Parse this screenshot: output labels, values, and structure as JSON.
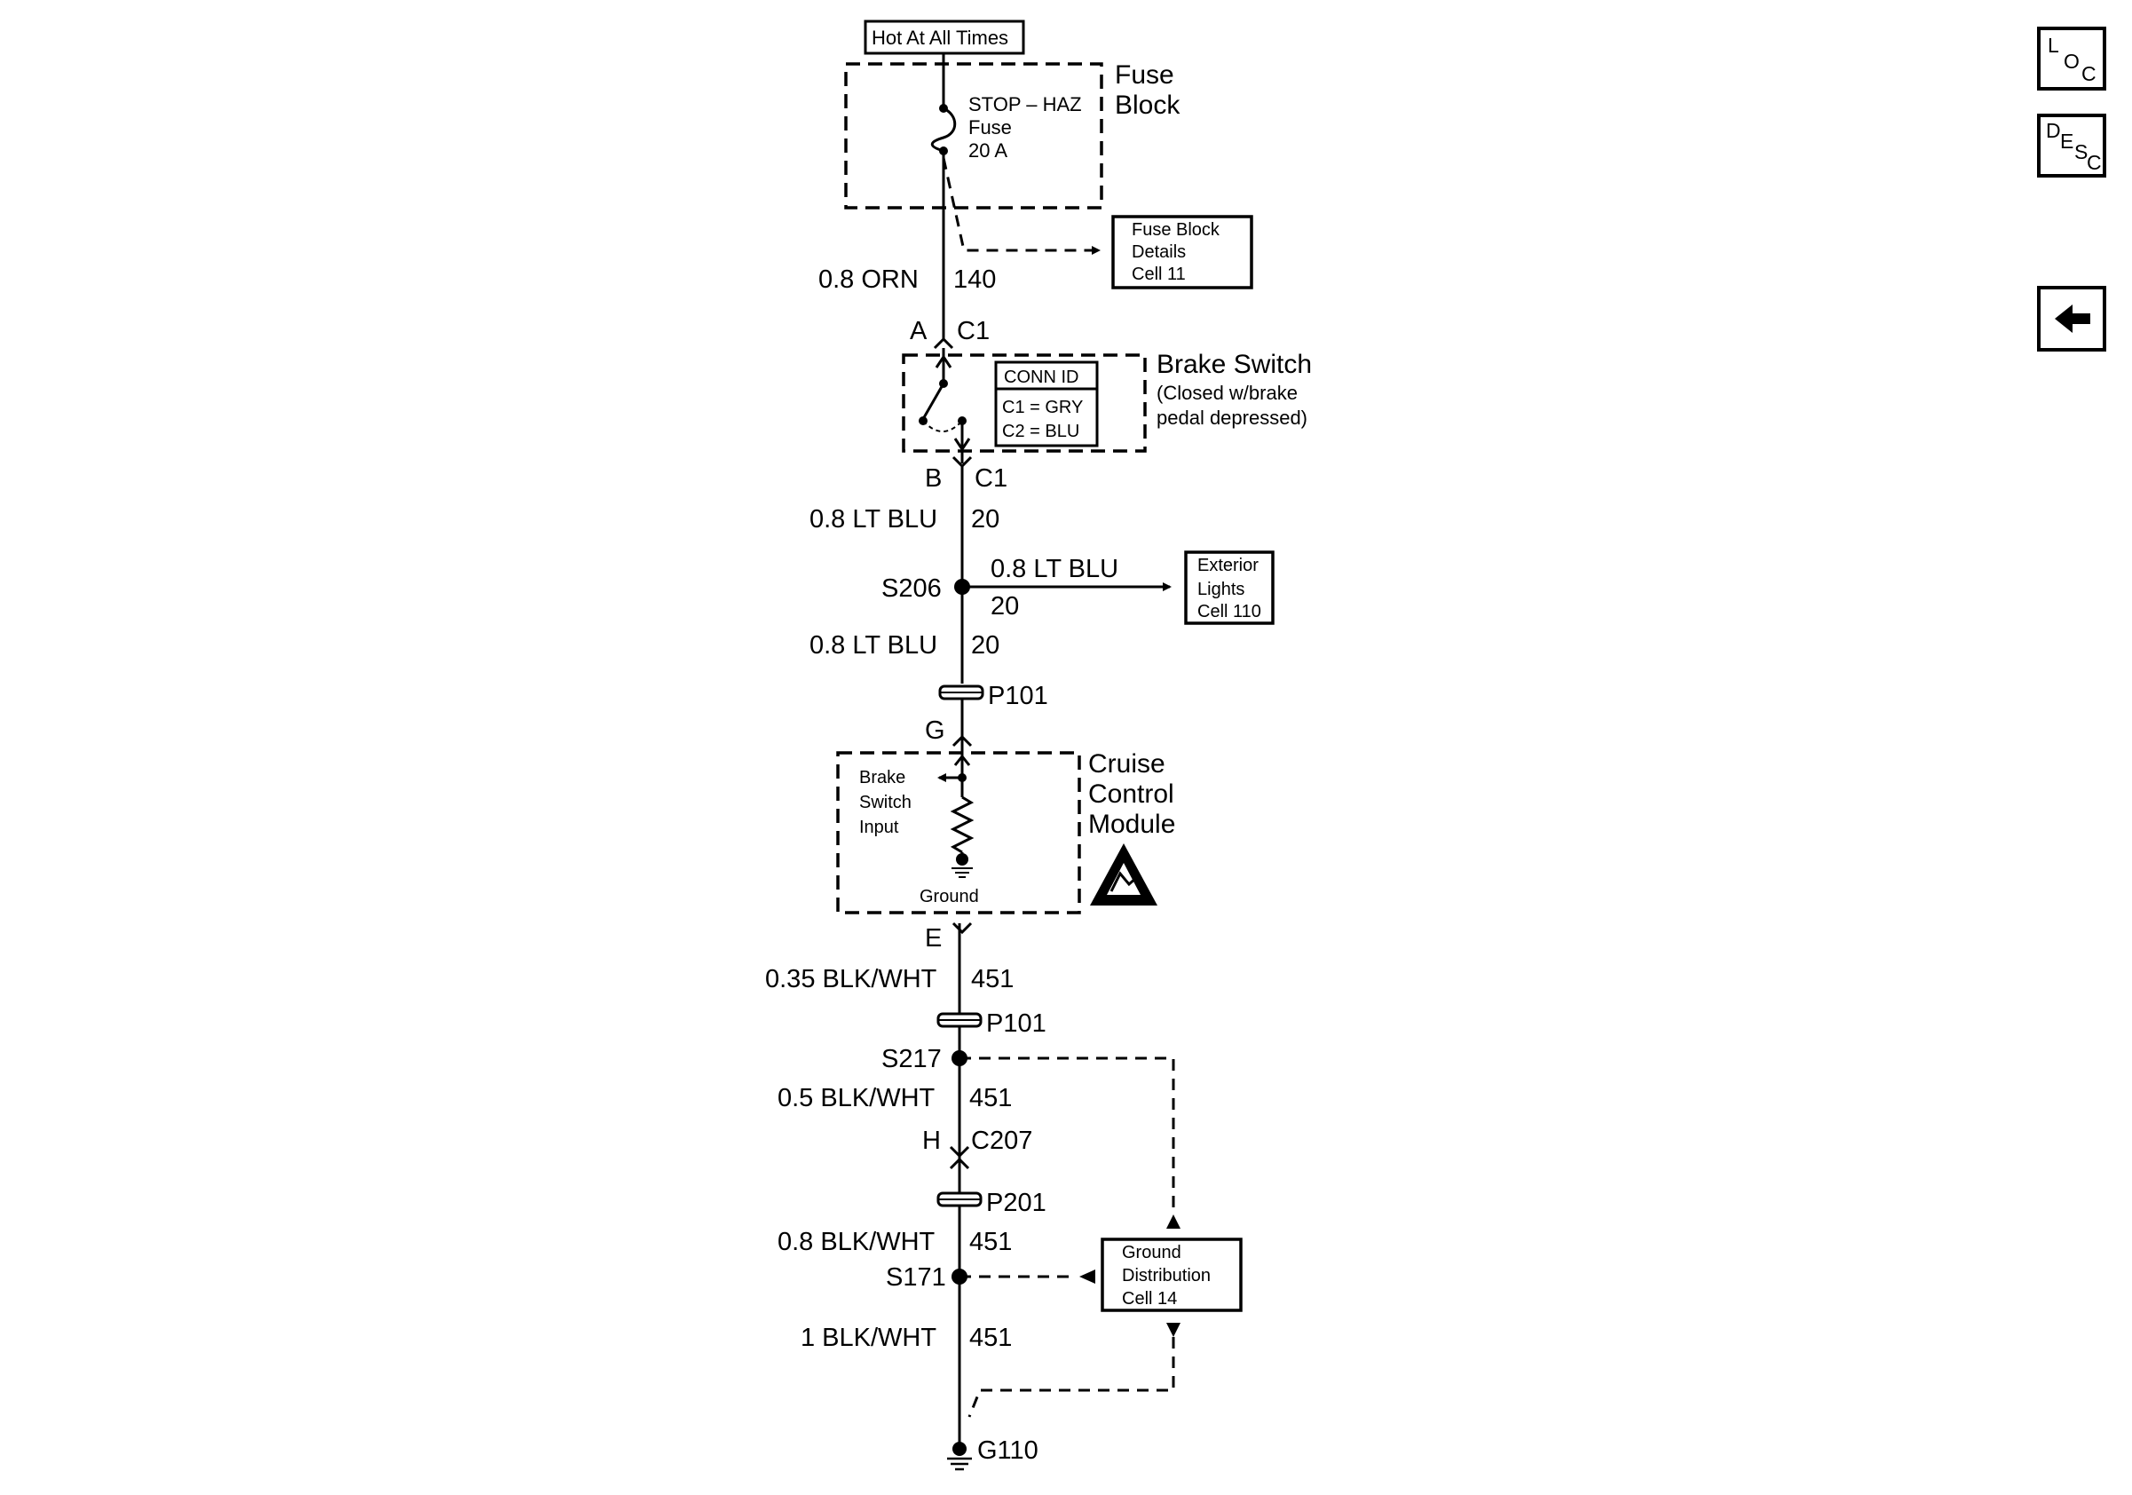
{
  "power": {
    "hot_label": "Hot At All Times"
  },
  "fuse_block": {
    "title_line1": "Fuse",
    "title_line2": "Block",
    "fuse_name": "STOP – HAZ",
    "fuse_word": "Fuse",
    "fuse_rating": "20 A",
    "details_ref": [
      "Fuse Block",
      "Details",
      "Cell 11"
    ]
  },
  "wires": {
    "orn": {
      "gauge_color": "0.8 ORN",
      "circuit": "140"
    },
    "lt_blu_1": {
      "gauge_color": "0.8 LT BLU",
      "circuit": "20"
    },
    "lt_blu_branch": {
      "gauge_color": "0.8 LT BLU",
      "circuit": "20"
    },
    "lt_blu_2": {
      "gauge_color": "0.8 LT BLU",
      "circuit": "20"
    },
    "blkwht_035": {
      "gauge_color": "0.35 BLK/WHT",
      "circuit": "451"
    },
    "blkwht_05": {
      "gauge_color": "0.5 BLK/WHT",
      "circuit": "451"
    },
    "blkwht_08": {
      "gauge_color": "0.8 BLK/WHT",
      "circuit": "451"
    },
    "blkwht_1": {
      "gauge_color": "1 BLK/WHT",
      "circuit": "451"
    }
  },
  "connectors": {
    "a_pin": "A",
    "a_conn": "C1",
    "b_pin": "B",
    "b_conn": "C1",
    "p101_top": "P101",
    "g_pin": "G",
    "e_pin": "E",
    "p101_bottom": "P101",
    "h_pin": "H",
    "h_conn": "C207",
    "p201": "P201"
  },
  "brake_switch": {
    "title": "Brake Switch",
    "note_line1": "(Closed w/brake",
    "note_line2": "pedal depressed)",
    "conn_id_header": "CONN ID",
    "conn_id_c1": "C1 = GRY",
    "conn_id_c2": "C2 = BLU"
  },
  "splices": {
    "s206": "S206",
    "s217": "S217",
    "s171": "S171"
  },
  "exterior_lights_ref": [
    "Exterior",
    "Lights",
    "Cell 110"
  ],
  "cruise_module": {
    "title_line1": "Cruise",
    "title_line2": "Control",
    "title_line3": "Module",
    "input_line1": "Brake",
    "input_line2": "Switch",
    "input_line3": "Input",
    "ground_label": "Ground"
  },
  "ground_distribution_ref": [
    "Ground",
    "Distribution",
    "Cell 14"
  ],
  "ground_point": "G110",
  "nav": {
    "loc": {
      "l": "L",
      "o": "O",
      "c": "C"
    },
    "desc": {
      "d": "D",
      "e": "E",
      "s": "S",
      "c": "C"
    },
    "back_icon": "left-arrow-icon"
  },
  "colors": {
    "line": "#000000",
    "background": "#ffffff"
  }
}
